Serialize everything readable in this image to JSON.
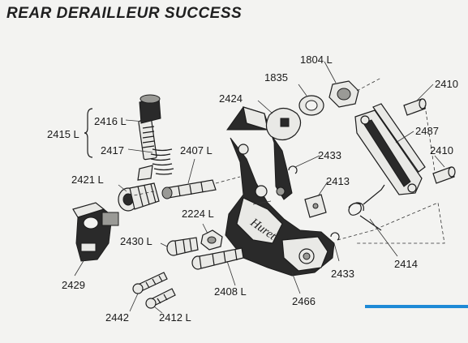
{
  "title": "REAR DERAILLEUR SUCCESS",
  "parts": {
    "p2415": "2415 L",
    "p2416": "2416 L",
    "p2417": "2417",
    "p2421": "2421 L",
    "p2429": "2429",
    "p2430": "2430 L",
    "p2442": "2442",
    "p2412": "2412 L",
    "p2408": "2408 L",
    "p2224": "2224 L",
    "p2407": "2407 L",
    "p2424": "2424",
    "p1835": "1835",
    "p1804": "1804 L",
    "p2410a": "2410",
    "p2487": "2487",
    "p2410b": "2410",
    "p2433a": "2433",
    "p2413": "2413",
    "p2433b": "2433",
    "p2414": "2414",
    "p2466": "2466"
  },
  "colors": {
    "background": "#f3f3f1",
    "ink": "#1c1c1c",
    "accent": "#1e8ad6"
  }
}
